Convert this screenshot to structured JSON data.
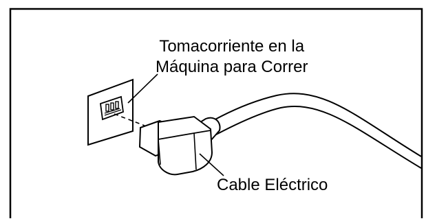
{
  "labels": {
    "outlet_line1": "Tomacorriente en la",
    "outlet_line2": "Máquina para Correr",
    "cable": "Cable Eléctrico"
  }
}
